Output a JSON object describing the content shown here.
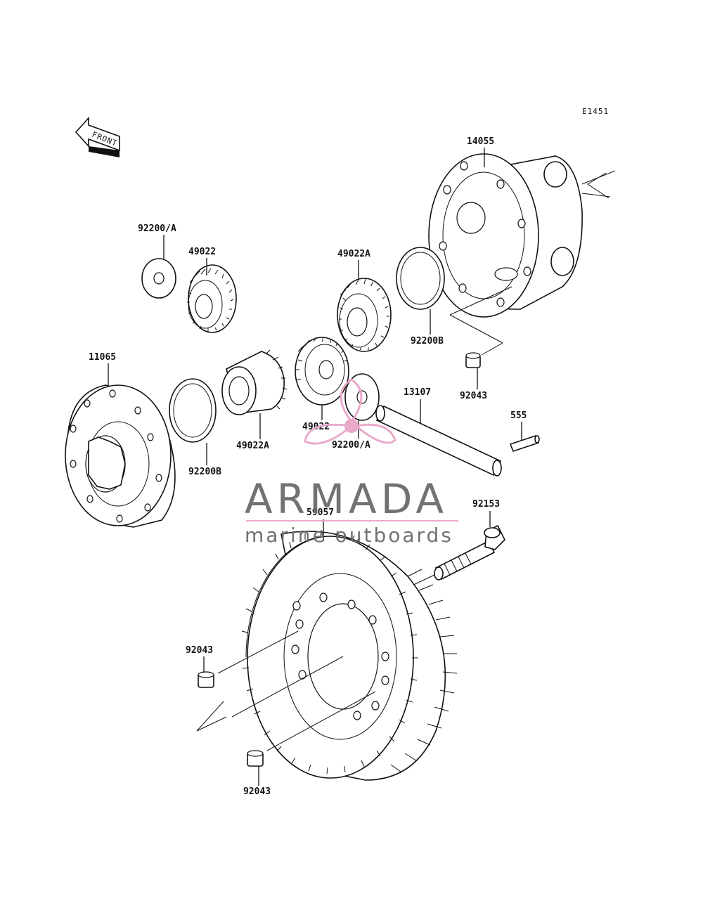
{
  "diagram_code": "E1451",
  "front_arrow_text": "FRONT",
  "watermark": {
    "name": "ARMADA",
    "tagline": "marine outboards",
    "accent_color": "#e8a6c8",
    "text_color": "#6b6b6b"
  },
  "labels": {
    "p14055": "14055",
    "p92200a_top": "92200/A",
    "p49022_top": "49022",
    "p49022a_top": "49022A",
    "p92200b_right": "92200B",
    "p92043_right": "92043",
    "p11065": "11065",
    "p92200b_left": "92200B",
    "p49022a_bottom": "49022A",
    "p49022_mid": "49022",
    "p92200a_mid": "92200/A",
    "p13107": "13107",
    "p555": "555",
    "p59057": "59057",
    "p92153": "92153",
    "p92043_left": "92043",
    "p92043_bottom": "92043"
  }
}
